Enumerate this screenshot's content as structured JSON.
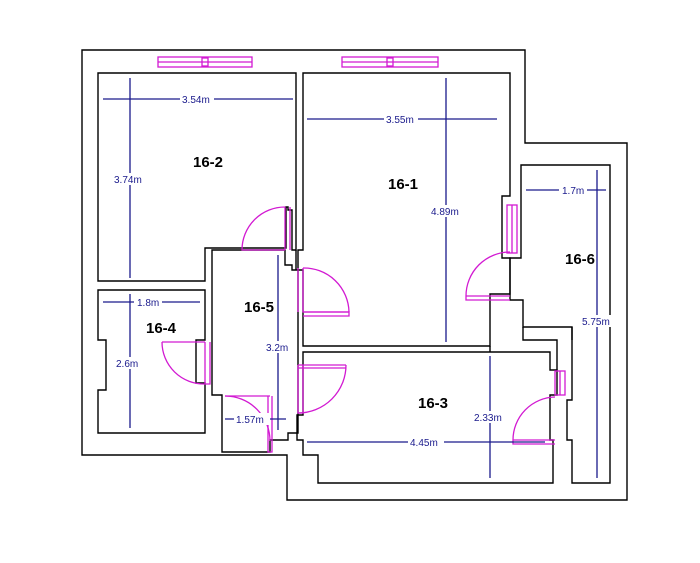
{
  "rooms": {
    "r16_1": "16-1",
    "r16_2": "16-2",
    "r16_3": "16-3",
    "r16_4": "16-4",
    "r16_5": "16-5",
    "r16_6": "16-6"
  },
  "dimensions": {
    "d16_2_width": "3.54m",
    "d16_2_height": "3.74m",
    "d16_1_width": "3.55m",
    "d16_1_height": "4.89m",
    "d16_6_width": "1.7m",
    "d16_6_height": "5.75m",
    "d16_4_width": "1.8m",
    "d16_4_height": "2.6m",
    "d16_5_height": "3.2m",
    "d16_5_width": "1.57m",
    "d16_3_width": "4.45m",
    "d16_3_height": "2.33m"
  },
  "colors": {
    "walls": "#000000",
    "dimension_lines": "#1a1a8c",
    "doors_windows": "#d21ad2"
  }
}
